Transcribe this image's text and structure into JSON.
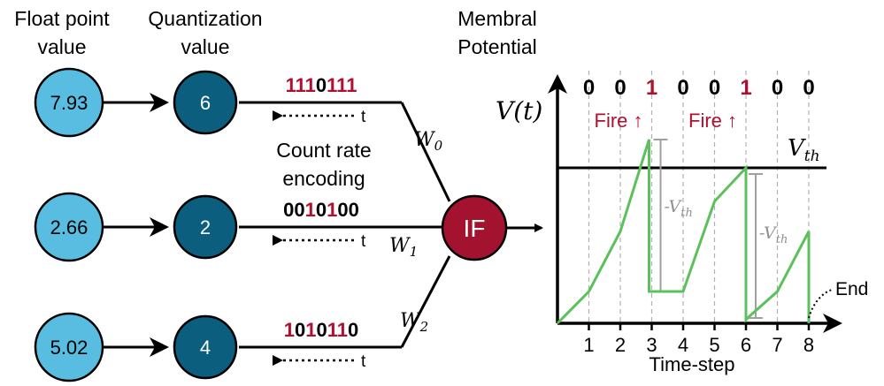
{
  "colors": {
    "float_fill": "#58bde0",
    "quant_fill": "#0b5e7d",
    "if_fill": "#a3122e",
    "red": "#b01030",
    "green": "#5cc05c",
    "black": "#000000",
    "grey": "#a0a0a0"
  },
  "headers": {
    "float_line1": "Float point",
    "float_line2": "value",
    "quant_line1": "Quantization",
    "quant_line2": "value",
    "membral_line1": "Membral",
    "membral_line2": "Potential"
  },
  "neurons": [
    {
      "float_value": "7.93",
      "quant_value": "6",
      "bits": [
        "1",
        "1",
        "1",
        "0",
        "1",
        "1",
        "1"
      ],
      "bits_red": [
        true,
        true,
        true,
        false,
        true,
        true,
        true
      ],
      "time_label": "t",
      "weight": "W",
      "weight_sub": "0"
    },
    {
      "float_value": "2.66",
      "quant_value": "2",
      "bits": [
        "0",
        "0",
        "1",
        "0",
        "1",
        "0",
        "0"
      ],
      "bits_red": [
        false,
        false,
        true,
        false,
        true,
        false,
        false
      ],
      "time_label": "t",
      "weight": "W",
      "weight_sub": "1"
    },
    {
      "float_value": "5.02",
      "quant_value": "4",
      "bits": [
        "1",
        "0",
        "1",
        "0",
        "1",
        "1",
        "0"
      ],
      "bits_red": [
        true,
        false,
        true,
        false,
        true,
        true,
        false
      ],
      "time_label": "t",
      "weight": "W",
      "weight_sub": "2"
    }
  ],
  "encoding_label_line1": "Count rate",
  "encoding_label_line2": "encoding",
  "if_label": "IF",
  "plot": {
    "y_label": "V(t)",
    "x_label": "Time-step",
    "threshold_label": "V",
    "threshold_sub": "th",
    "reset_label": "-V",
    "reset_sub": "th",
    "fire_label": "Fire",
    "fire_arrow": "↑",
    "end_label": "End",
    "x_ticks": [
      "1",
      "2",
      "3",
      "4",
      "5",
      "6",
      "7",
      "8"
    ],
    "spikes": [
      "0",
      "0",
      "1",
      "0",
      "0",
      "1",
      "0",
      "0"
    ],
    "spike_red": [
      false,
      false,
      true,
      false,
      false,
      true,
      false,
      false
    ],
    "fire_steps": [
      3,
      6
    ]
  }
}
